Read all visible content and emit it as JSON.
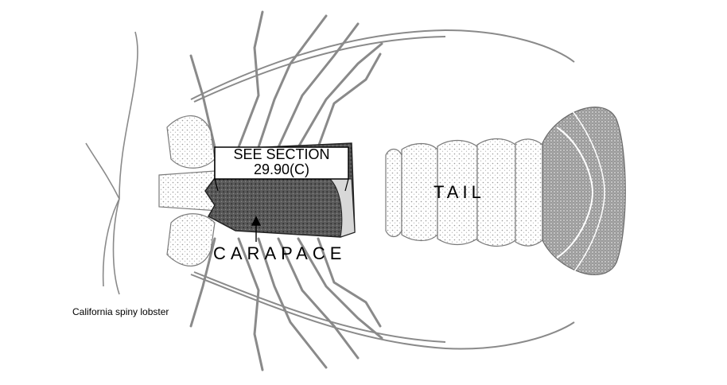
{
  "diagram": {
    "caption": "California spiny lobster",
    "section_note_line1": "SEE SECTION",
    "section_note_line2": "29.90(C)",
    "carapace_label": "CARAPACE",
    "tail_label": "TAIL"
  },
  "colors": {
    "ink": "#000000",
    "illustration_gray": "#8a8a8a",
    "carapace_dark": "#3a3a3a",
    "background": "#ffffff"
  }
}
